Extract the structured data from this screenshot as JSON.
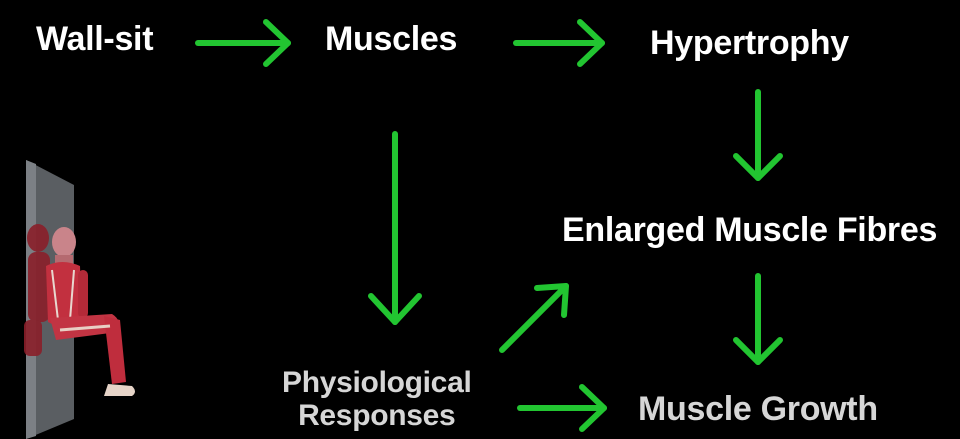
{
  "nodes": {
    "wall_sit": "Wall-sit",
    "muscles": "Muscles",
    "hypertrophy": "Hypertrophy",
    "enlarged_fibres": "Enlarged Muscle Fibres",
    "physio_line1": "Physiological",
    "physio_line2": "Responses",
    "muscle_growth": "Muscle Growth"
  },
  "colors": {
    "background": "#000000",
    "arrow": "#22c531",
    "text_primary": "#ffffff",
    "text_secondary": "#d6d6d6"
  },
  "illustration": "wall-sit-anatomy-figure"
}
